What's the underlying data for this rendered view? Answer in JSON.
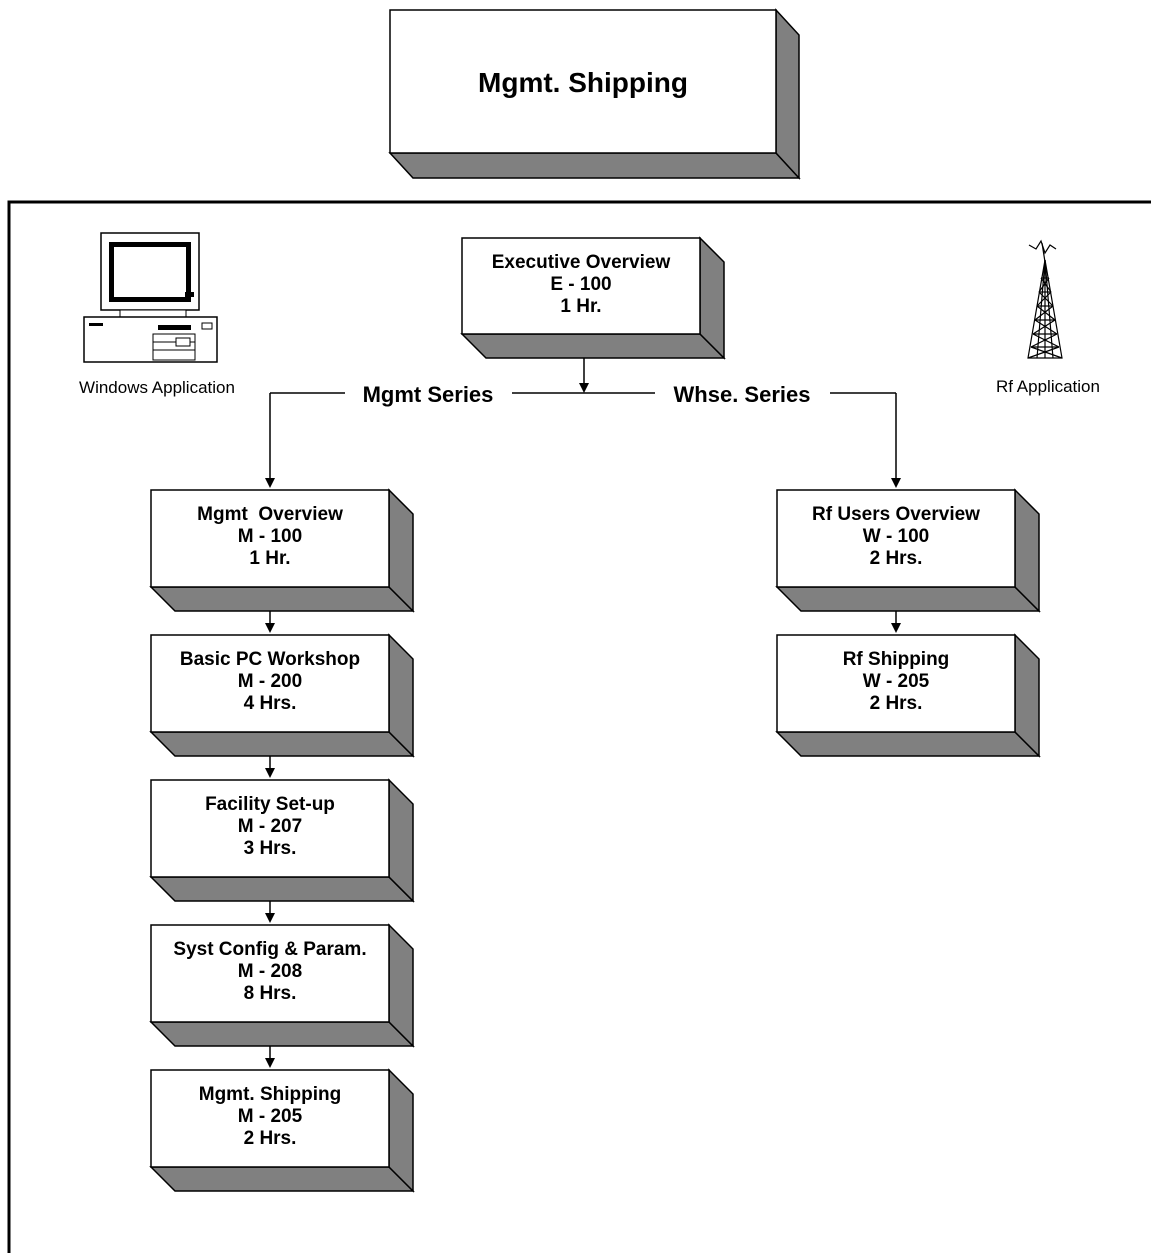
{
  "title": "Mgmt. Shipping",
  "series": {
    "left_label": "Mgmt Series",
    "right_label": "Whse. Series"
  },
  "icons": {
    "computer_label": "Windows Application",
    "antenna_label": "Rf Application",
    "computer_icon": "desktop-computer-icon",
    "antenna_icon": "radio-tower-icon"
  },
  "courses": {
    "executive": {
      "name": "Executive Overview",
      "code": "E - 100",
      "hours": "1 Hr."
    },
    "mgmt_overview": {
      "name": "Mgmt  Overview",
      "code": "M - 100",
      "hours": "1 Hr."
    },
    "basic_pc": {
      "name": "Basic PC Workshop",
      "code": "M - 200",
      "hours": "4 Hrs."
    },
    "facility": {
      "name": "Facility Set-up",
      "code": "M - 207",
      "hours": "3 Hrs."
    },
    "syst_config": {
      "name": "Syst Config & Param.",
      "code": "M - 208",
      "hours": "8 Hrs."
    },
    "mgmt_shipping": {
      "name": "Mgmt. Shipping",
      "code": "M - 205",
      "hours": "2 Hrs."
    },
    "rf_users": {
      "name": "Rf Users Overview",
      "code": "W - 100",
      "hours": "2 Hrs."
    },
    "rf_shipping": {
      "name": "Rf Shipping",
      "code": "W - 205",
      "hours": "2 Hrs."
    }
  },
  "colors": {
    "shadow": "#808080",
    "line": "#000000",
    "face": "#ffffff"
  }
}
